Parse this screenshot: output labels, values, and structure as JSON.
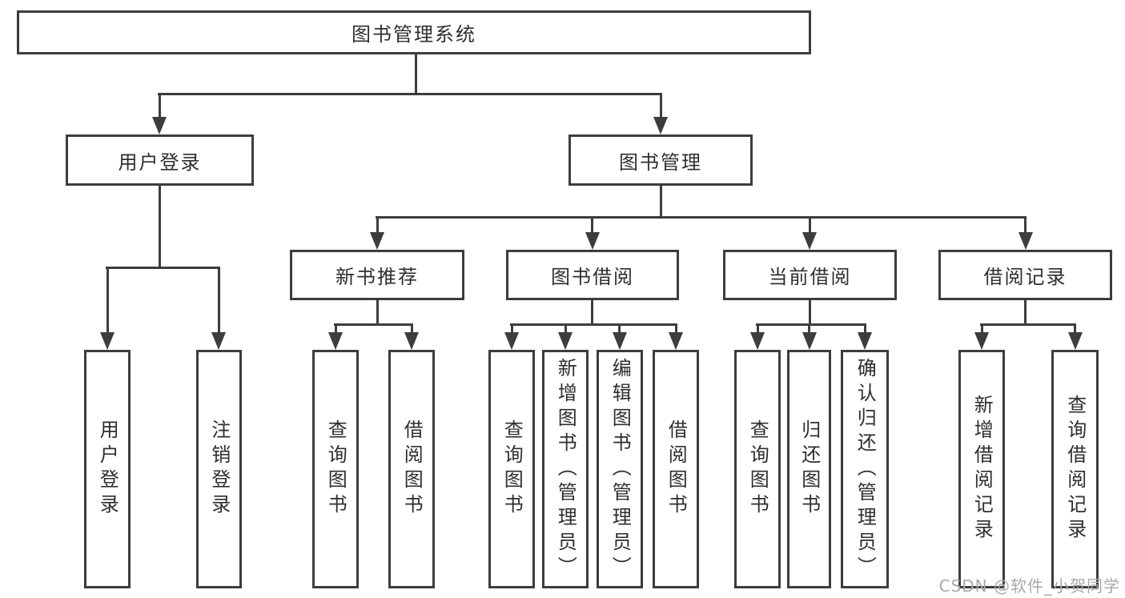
{
  "colors": {
    "background": "#ffffff",
    "line": "#3d3d3d",
    "text": "#2e2e2e",
    "watermark": "#a9a9a9"
  },
  "watermark": "CSDN @软件_小贺同学",
  "tree": {
    "label": "图书管理系统",
    "children": [
      {
        "label": "用户登录",
        "children": [
          {
            "label": "用户登录"
          },
          {
            "label": "注销登录"
          }
        ]
      },
      {
        "label": "图书管理",
        "children": [
          {
            "label": "新书推荐",
            "children": [
              {
                "label": "查询图书"
              },
              {
                "label": "借阅图书"
              }
            ]
          },
          {
            "label": "图书借阅",
            "children": [
              {
                "label": "查询图书"
              },
              {
                "label": "新增图书（管理员）"
              },
              {
                "label": "编辑图书（管理员）"
              },
              {
                "label": "借阅图书"
              }
            ]
          },
          {
            "label": "当前借阅",
            "children": [
              {
                "label": "查询图书"
              },
              {
                "label": "归还图书"
              },
              {
                "label": "确认归还（管理员）"
              }
            ]
          },
          {
            "label": "借阅记录",
            "children": [
              {
                "label": "新增借阅记录"
              },
              {
                "label": "查询借阅记录"
              }
            ]
          }
        ]
      }
    ]
  }
}
